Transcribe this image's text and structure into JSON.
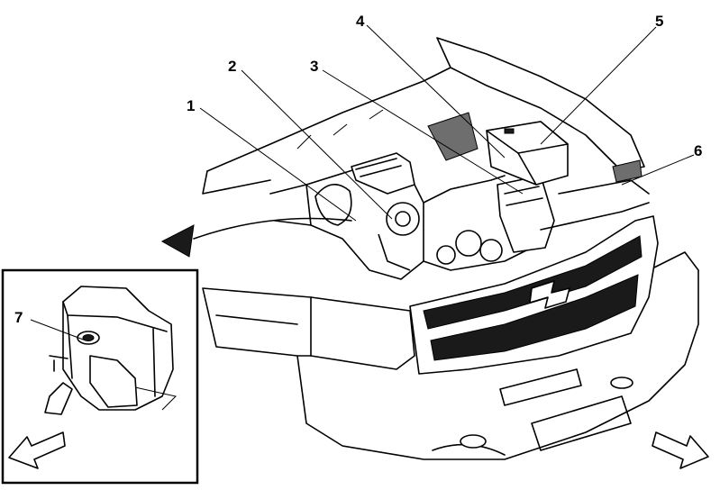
{
  "diagram": {
    "callouts": [
      {
        "id": "1",
        "label": "1"
      },
      {
        "id": "2",
        "label": "2"
      },
      {
        "id": "3",
        "label": "3"
      },
      {
        "id": "4",
        "label": "4"
      },
      {
        "id": "5",
        "label": "5"
      },
      {
        "id": "6",
        "label": "6"
      },
      {
        "id": "7",
        "label": "7"
      }
    ],
    "icons": [
      "detail-view-arrow-icon",
      "front-direction-arrow-icon",
      "rear-direction-arrow-icon"
    ]
  }
}
